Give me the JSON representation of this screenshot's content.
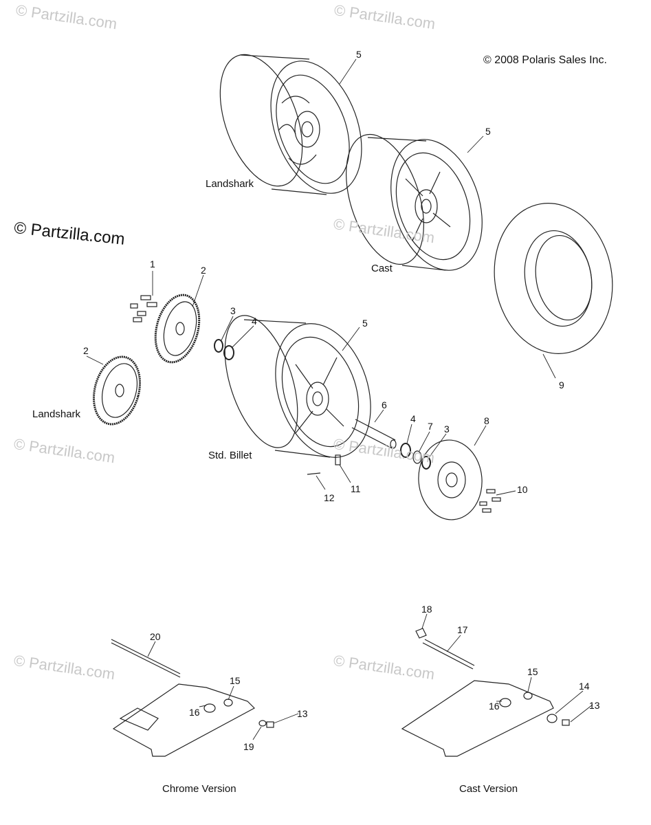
{
  "copyright": "© 2008 Polaris Sales Inc.",
  "watermark": "© Partzilla.com",
  "watermark_prominent": "© Partzilla.com",
  "variant_labels": {
    "landshark_wheel": "Landshark",
    "cast_wheel": "Cast",
    "landshark_sprocket": "Landshark",
    "std_billet": "Std. Billet",
    "chrome_version": "Chrome Version",
    "cast_version": "Cast Version"
  },
  "callouts": [
    "1",
    "2",
    "2",
    "3",
    "4",
    "5",
    "5",
    "5",
    "6",
    "4",
    "7",
    "3",
    "8",
    "9",
    "10",
    "11",
    "12",
    "18",
    "17",
    "20",
    "15",
    "15",
    "16",
    "16",
    "14",
    "13",
    "13",
    "19"
  ],
  "colors": {
    "line": "#222222",
    "watermark": "#c8c8c8"
  }
}
